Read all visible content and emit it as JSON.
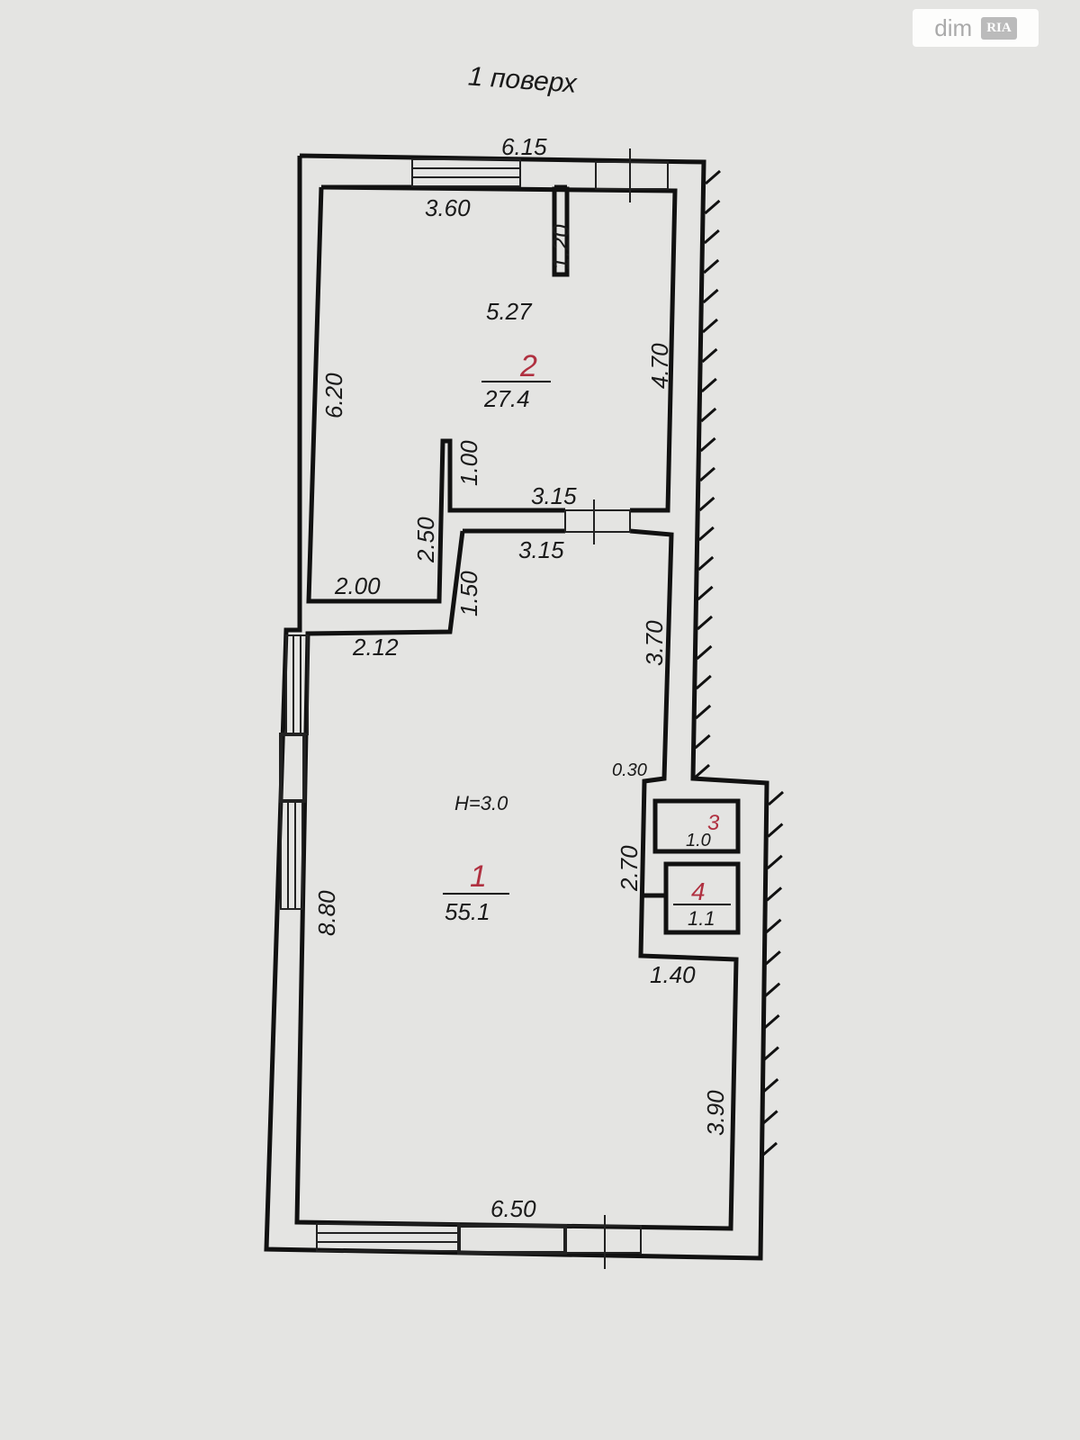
{
  "watermark": {
    "brand_text": "dim",
    "badge_text": "RIA"
  },
  "title": "1 поверх",
  "rooms": [
    {
      "number": "1",
      "area": "55.1"
    },
    {
      "number": "2",
      "area": "27.4"
    },
    {
      "number": "3",
      "area": "1.0"
    },
    {
      "number": "4",
      "area": "1.1"
    }
  ],
  "height_note": "H=3.0",
  "dimensions": {
    "top_total": "6.15",
    "top_window": "3.60",
    "partition": "1.20",
    "room2_width": "5.27",
    "room2_left": "6.20",
    "room2_right": "4.70",
    "stub": "1.00",
    "mid_upper": "3.15",
    "mid_lower": "3.15",
    "nook_height": "2.50",
    "nook_width": "2.00",
    "nook_side": "1.50",
    "step": "2.12",
    "room1_right_upper": "3.70",
    "offset": "0.30",
    "bath_height": "2.70",
    "bath_width": "1.40",
    "room1_left": "8.80",
    "room1_right_lower": "3.90",
    "bottom": "6.50"
  }
}
